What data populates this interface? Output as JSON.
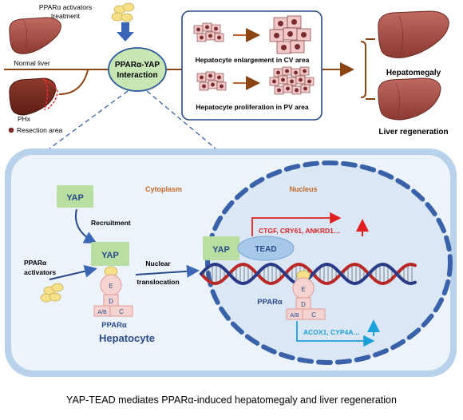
{
  "top": {
    "treatment_line1": "PPARα activators",
    "treatment_line2": "treatment",
    "normal_liver": "Normal liver",
    "phx": "PHx",
    "resection": "Resection area",
    "interaction_line1": "PPARα-YAP",
    "interaction_line2": "Interaction",
    "cv_label": "Hepatocyte enlargement in CV area",
    "pv_label": "Hepatocyte proliferation in PV area",
    "hepatomegaly": "Hepatomegaly",
    "liver_regeneration": "Liver regeneration"
  },
  "cell": {
    "cytoplasm": "Cytoplasm",
    "nucleus": "Nucleus",
    "hepatocyte": "Hepatocyte",
    "yap": "YAP",
    "recruitment": "Recruitment",
    "activators_line1": "PPARα",
    "activators_line2": "activators",
    "nuclear_line1": "Nuclear",
    "nuclear_line2": "translocation",
    "domain_e": "E",
    "domain_d": "D",
    "domain_ab": "A/B",
    "domain_c": "C",
    "ppara": "PPARα",
    "tead": "TEAD",
    "up_genes": "CTGF, CRY61, ANKRD1…",
    "down_genes": "ACOX1, CYP4A…"
  },
  "caption": "YAP-TEAD mediates PPARα-induced hepatomegaly and liver regeneration",
  "colors": {
    "liver": "#a8544c",
    "liver_dark": "#7b2a22",
    "hepatocyte_fill": "#f2c8c8",
    "nucleus_dot": "#7a2a2a",
    "arrow_brown": "#8b4513",
    "arrow_blue": "#3a66b5",
    "yap_green": "#b9dea2",
    "tead_blue": "#a8c8ea",
    "ppar_pink": "#f5d3d0",
    "up_red": "#e02020",
    "down_cyan": "#1ca0d8",
    "cell_border": "#b7d2ea",
    "cell_fill": "#edf3fa",
    "nucleus_fill": "#dbe7f5",
    "membrane_blue": "#3a62a8",
    "ball_yellow": "#f6e08a"
  }
}
